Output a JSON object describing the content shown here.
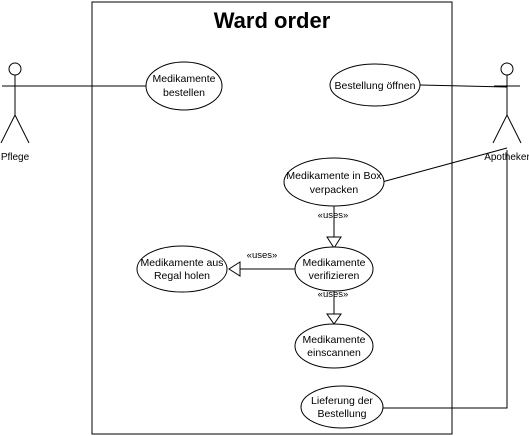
{
  "system": {
    "title": "Ward order"
  },
  "actors": {
    "pflege": {
      "label": "Pflege"
    },
    "apotheker": {
      "label": "Apotheker"
    }
  },
  "use_cases": {
    "medikamente_bestellen": {
      "line1": "Medikamente",
      "line2": "bestellen"
    },
    "bestellung_oeffnen": {
      "line1": "Bestellung öffnen"
    },
    "medikamente_in_box": {
      "line1": "Medikamente in Box",
      "line2": "verpacken"
    },
    "medikamente_verifizieren": {
      "line1": "Medikamente",
      "line2": "verifizieren"
    },
    "medikamente_aus_regal": {
      "line1": "Medikamente aus",
      "line2": "Regal holen"
    },
    "medikamente_einscannen": {
      "line1": "Medikamente",
      "line2": "einscannen"
    },
    "lieferung": {
      "line1": "Lieferung der",
      "line2": "Bestellung"
    }
  },
  "relations": {
    "uses_box_verify": "«uses»",
    "uses_verify_regal": "«uses»",
    "uses_verify_scan": "«uses»"
  }
}
